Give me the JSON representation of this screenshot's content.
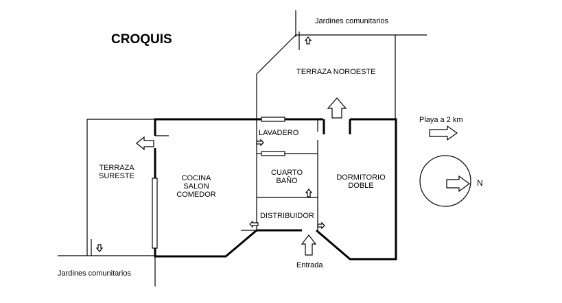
{
  "title": "CROQUIS",
  "labels": {
    "jardines_top": "Jardines comunitarios",
    "jardines_bottom": "Jardines comunitarios",
    "terraza_noroeste": "TERRAZA NOROESTE",
    "terraza_sureste": [
      "TERRAZA",
      "SURESTE"
    ],
    "lavadero": "LAVADERO",
    "cuarto_bano": [
      "CUARTO",
      "BAÑO"
    ],
    "cocina": [
      "COCINA",
      "SALON",
      "COMEDOR"
    ],
    "dormitorio": [
      "DORMITORIO",
      "DOBLE"
    ],
    "distribuidor": "DISTRIBUIDOR",
    "entrada": "Entrada",
    "playa": "Playa a 2 km",
    "north": "N"
  },
  "icons": [
    "arrow-right-icon",
    "arrow-left-icon",
    "arrow-up-icon",
    "arrow-down-icon",
    "compass-icon"
  ]
}
